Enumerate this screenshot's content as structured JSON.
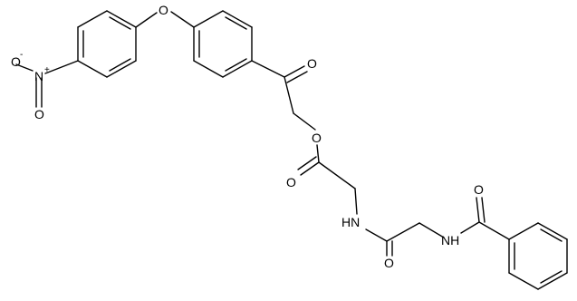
{
  "diagram": {
    "type": "chemical-structure",
    "atoms": {
      "nitro_o_minus": "O",
      "nitro_o_minus_charge": "-",
      "nitro_n": "N",
      "nitro_n_charge": "+",
      "nitro_o": "O",
      "ether_o": "O",
      "ketone_o": "O",
      "ester_ring_o": "O",
      "ester_carbonyl_o": "O",
      "amide1_nh": "HN",
      "amide1_carbonyl_o": "O",
      "amide2_nh": "NH",
      "amide2_carbonyl_o": "O"
    }
  }
}
